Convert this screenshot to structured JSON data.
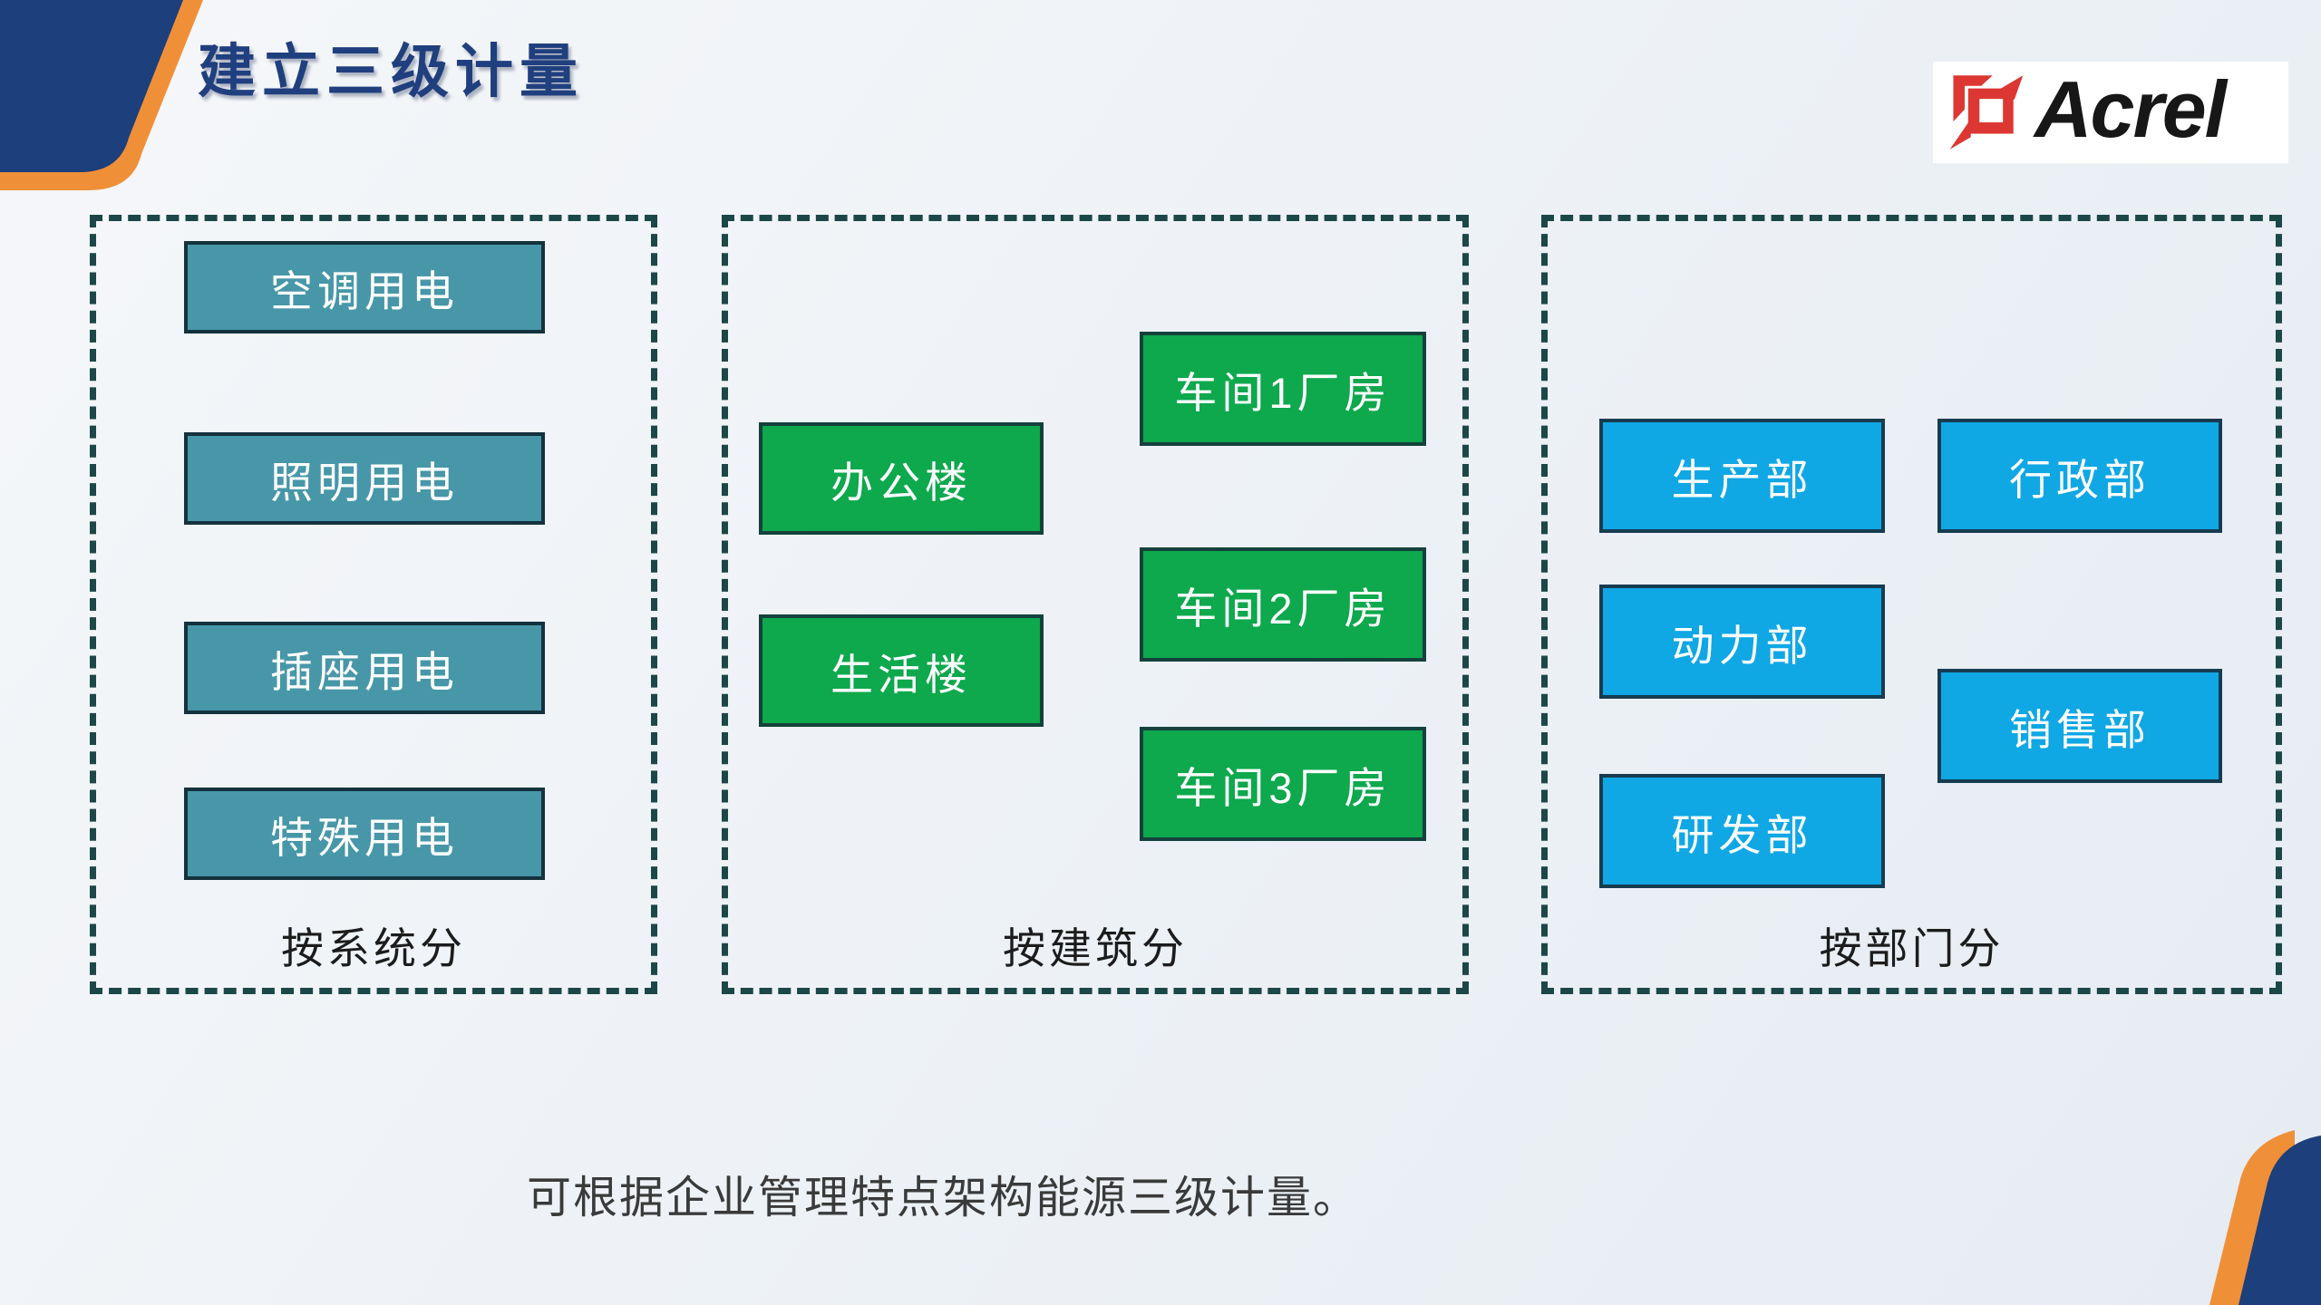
{
  "slide": {
    "title": "建立三级计量",
    "caption": "可根据企业管理特点架构能源三级计量。"
  },
  "logo": {
    "text": "Acrel",
    "icon": "acrel-logo-mark"
  },
  "groups": [
    {
      "label": "按系统分",
      "boxes": [
        "空调用电",
        "照明用电",
        "插座用电",
        "特殊用电"
      ]
    },
    {
      "label": "按建筑分",
      "left": [
        "办公楼",
        "生活楼"
      ],
      "right": [
        "车间1厂房",
        "车间2厂房",
        "车间3厂房"
      ]
    },
    {
      "label": "按部门分",
      "left": [
        "生产部",
        "动力部",
        "研发部"
      ],
      "right": [
        "行政部",
        "销售部"
      ]
    }
  ],
  "colors": {
    "background-start": "#f5f7fa",
    "background-end": "#e6ecf3",
    "title-blue": "#203f7e",
    "dash-teal": "#1c4747",
    "box-teal": "#4797a8",
    "box-teal-border": "#14323e",
    "box-green": "#0ea84d",
    "box-green-border": "#15413d",
    "box-blue": "#10a7e5",
    "box-blue-border": "#173c50",
    "corner-navy": "#1d3f7b",
    "corner-orange": "#ef9038",
    "logo-red": "#dc3732",
    "box-text": "#ffffff"
  }
}
